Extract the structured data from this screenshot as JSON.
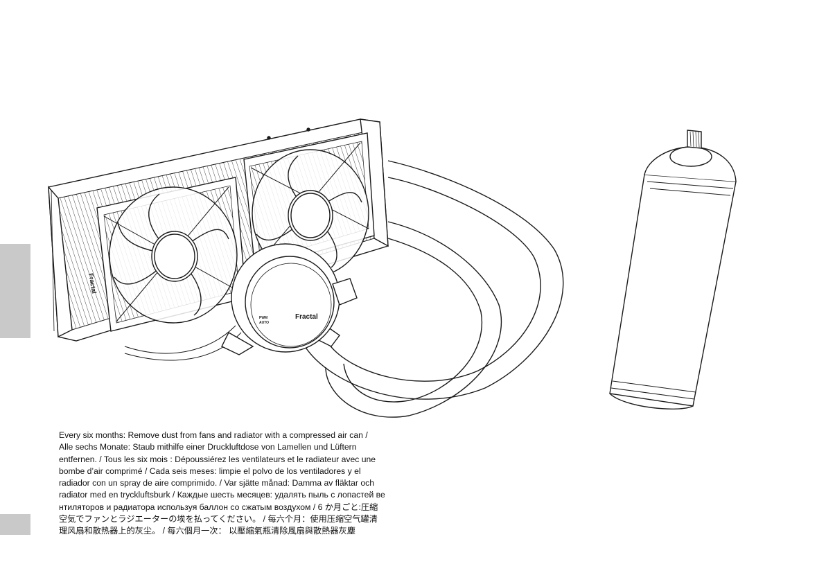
{
  "pump": {
    "logo_text": "Fractal",
    "switch_label_pwm": "PWM",
    "switch_label_auto": "AUTO"
  },
  "radiator": {
    "brand_text": "Fractal"
  },
  "caption": {
    "lines": [
      "Every six months: Remove dust from fans and radiator with a compressed air can /",
      "Alle sechs Monate: Staub mithilfe einer Druckluftdose von Lamellen und Lüftern",
      "entfernen. / Tous les six mois : Dépoussiérez les ventilateurs et le radiateur avec une",
      "bombe d’air comprimé / Cada seis meses: limpie el polvo de los ventiladores y el",
      "radiador con un spray de aire comprimido. / Var sjätte månad: Damma av fläktar och",
      "radiator med en tryckluftsburk / Каждые шесть месяцев: удалять пыль с лопастей ве",
      "нтиляторов и радиатора используя баллон со сжатым воздухом / 6 か月ごと:圧縮",
      "空気でファンとラジエーターの埃を払ってください。 / 每六个月：使用压缩空气罐清",
      "理风扇和散热器上的灰尘。 / 每六個月一次： 以壓縮氣瓶清除風扇與散熱器灰塵"
    ]
  },
  "colors": {
    "side_tab": "#c9c9c9",
    "line_art": "#1a1a1a",
    "background": "#ffffff"
  }
}
